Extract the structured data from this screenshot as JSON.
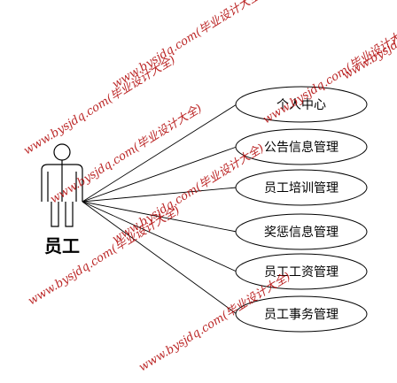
{
  "actor": {
    "label": "员工"
  },
  "use_cases": [
    {
      "label": "个人中心"
    },
    {
      "label": "公告信息管理"
    },
    {
      "label": "员工培训管理"
    },
    {
      "label": "奖惩信息管理"
    },
    {
      "label": "员工工资管理"
    },
    {
      "label": "员工事务管理"
    }
  ],
  "watermarks": [
    {
      "text": "www.bysjdq.com(毕业设计大全)"
    },
    {
      "text": "www.bysjdq.com(毕业设计大全)"
    },
    {
      "text": "www.bysjdq.com(毕业设计大全)"
    },
    {
      "text": "www.bysjdq.com(毕业设计大全)"
    },
    {
      "text": "www.bysjdq.com(毕业设计大全)"
    },
    {
      "text": "www.bysjdq.com(毕业设计大全)"
    },
    {
      "text": "www.bysjdq.com(毕业设计大全)"
    },
    {
      "text": "www.bysjdq.com(毕业设计大全)"
    }
  ],
  "colors": {
    "line": "#000000",
    "watermark": "#b00000",
    "background": "#ffffff"
  }
}
